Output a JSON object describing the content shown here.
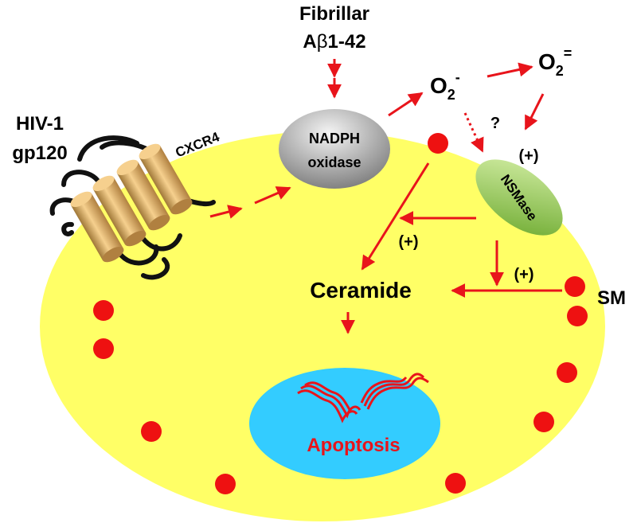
{
  "labels": {
    "fibrillar_line1": "Fibrillar",
    "fibrillar_ab": "A",
    "fibrillar_beta": "β",
    "fibrillar_num": "1-42",
    "hiv_line1": "HIV-1",
    "hiv_line2": "gp120",
    "cxcr4": "CXCR4",
    "nadph_line1": "NADPH",
    "nadph_line2": "oxidase",
    "superoxide_base": "O",
    "superoxide_sub": "2",
    "superoxide_sup": "-",
    "peroxide_base": "O",
    "peroxide_sub": "2",
    "peroxide_sup": "=",
    "question": "?",
    "plus_top": "(+)",
    "plus_middle": "(+)",
    "plus_right": "(+)",
    "nsmase": "NSMase",
    "ceramide": "Ceramide",
    "sm": "SM",
    "apoptosis": "Apoptosis"
  },
  "colors": {
    "cell": "#ffff66",
    "nucleus": "#33ccff",
    "arrow": "#e8141b",
    "dot": "#ee1111",
    "apoptosis_text": "#e8141b",
    "dna": "#e8141b",
    "receptor": "#f0c07a",
    "nsmase_light": "#d6f0a8",
    "nsmase_dark": "#6aa82c",
    "nadph_light": "#f4f4f4",
    "nadph_dark": "#7a7a7a"
  }
}
